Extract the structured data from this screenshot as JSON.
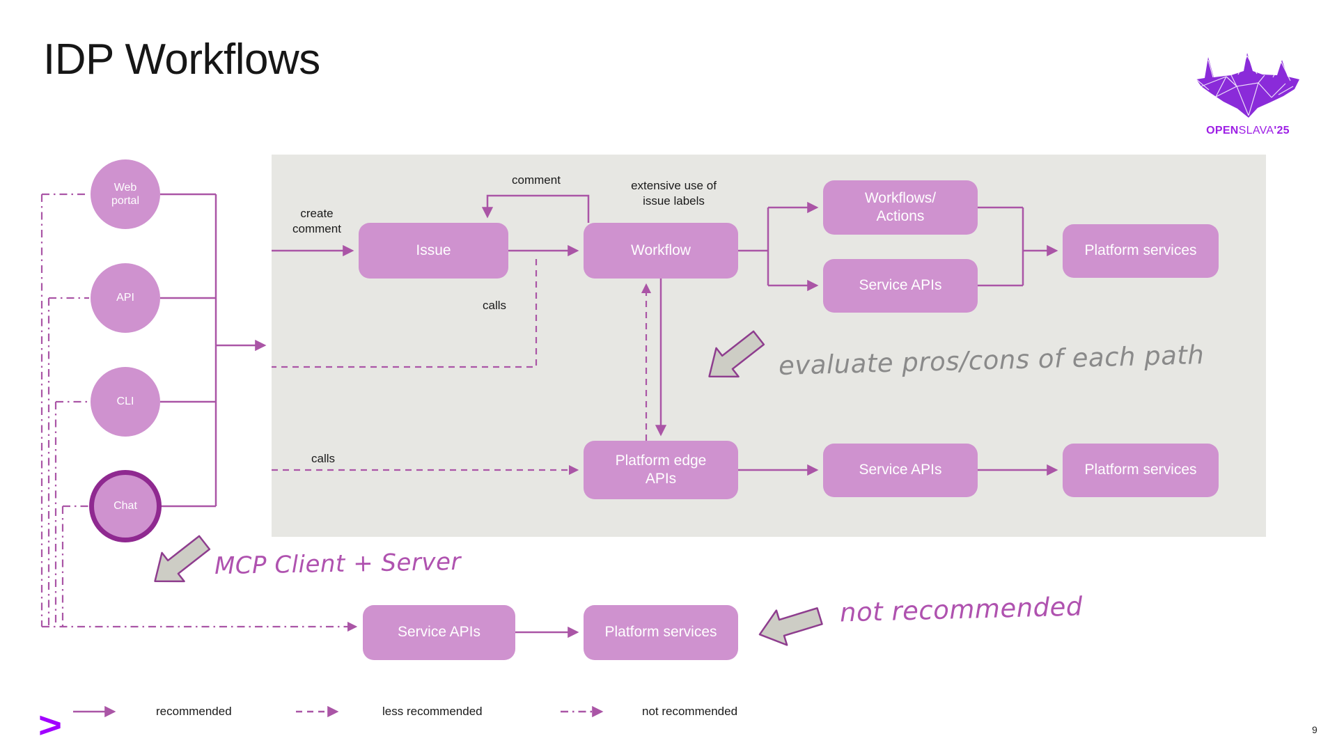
{
  "slide": {
    "title": "IDP Workflows",
    "page_number": "9"
  },
  "logo": {
    "open": "OPEN",
    "slava": "SLAVA",
    "year": "'25"
  },
  "brand": {
    "symbol": ">"
  },
  "clients": {
    "web_portal": "Web\nportal",
    "api": "API",
    "cli": "CLI",
    "chat": "Chat"
  },
  "nodes": {
    "issue": "Issue",
    "workflow": "Workflow",
    "workflows_actions": "Workflows/\nActions",
    "service_apis_top": "Service APIs",
    "platform_services_top": "Platform services",
    "platform_edge_apis": "Platform edge\nAPIs",
    "service_apis_mid": "Service APIs",
    "platform_services_mid": "Platform services",
    "service_apis_bottom": "Service APIs",
    "platform_services_bottom": "Platform services"
  },
  "edge_labels": {
    "create_comment": "create\ncomment",
    "comment": "comment",
    "calls_issue": "calls",
    "calls_edge": "calls",
    "issue_labels_note": "extensive use of\nissue labels"
  },
  "annotations": {
    "evaluate": "evaluate pros/cons of each path",
    "mcp": "MCP Client + Server",
    "not_recommended": "not recommended"
  },
  "legend": {
    "items": [
      {
        "style": "solid",
        "label": "recommended"
      },
      {
        "style": "dashed",
        "label": "less recommended"
      },
      {
        "style": "dashdot",
        "label": "not recommended"
      }
    ]
  },
  "colors": {
    "node_fill": "#CF92CF",
    "connector": "#AA55A6",
    "chat_ring": "#8F2990",
    "panel": "#E7E7E3",
    "annotation_purple": "#AF52AF",
    "annotation_gray": "#8A8A8A",
    "logo_purple": "#9D1EE5",
    "accenture_purple": "#A100FF"
  }
}
